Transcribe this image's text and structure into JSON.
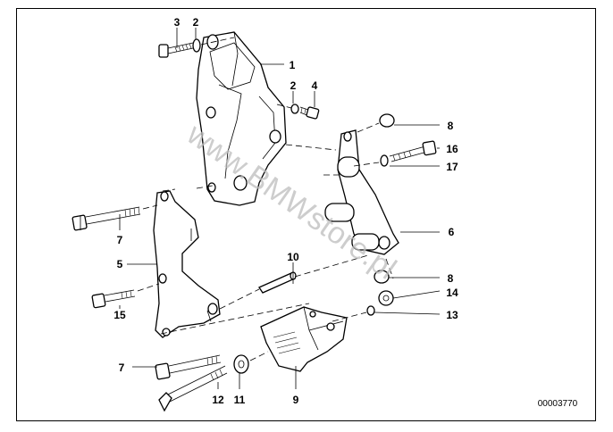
{
  "diagram": {
    "watermark": "www.BMWstore.pl",
    "document_number": "00003770",
    "callouts": {
      "c1": "1",
      "c2a": "2",
      "c2b": "2",
      "c3": "3",
      "c4": "4",
      "c5": "5",
      "c6": "6",
      "c7a": "7",
      "c7b": "7",
      "c8a": "8",
      "c8b": "8",
      "c9": "9",
      "c10": "10",
      "c11": "11",
      "c12": "12",
      "c13": "13",
      "c14": "14",
      "c15": "15",
      "c16": "16",
      "c17": "17"
    }
  }
}
